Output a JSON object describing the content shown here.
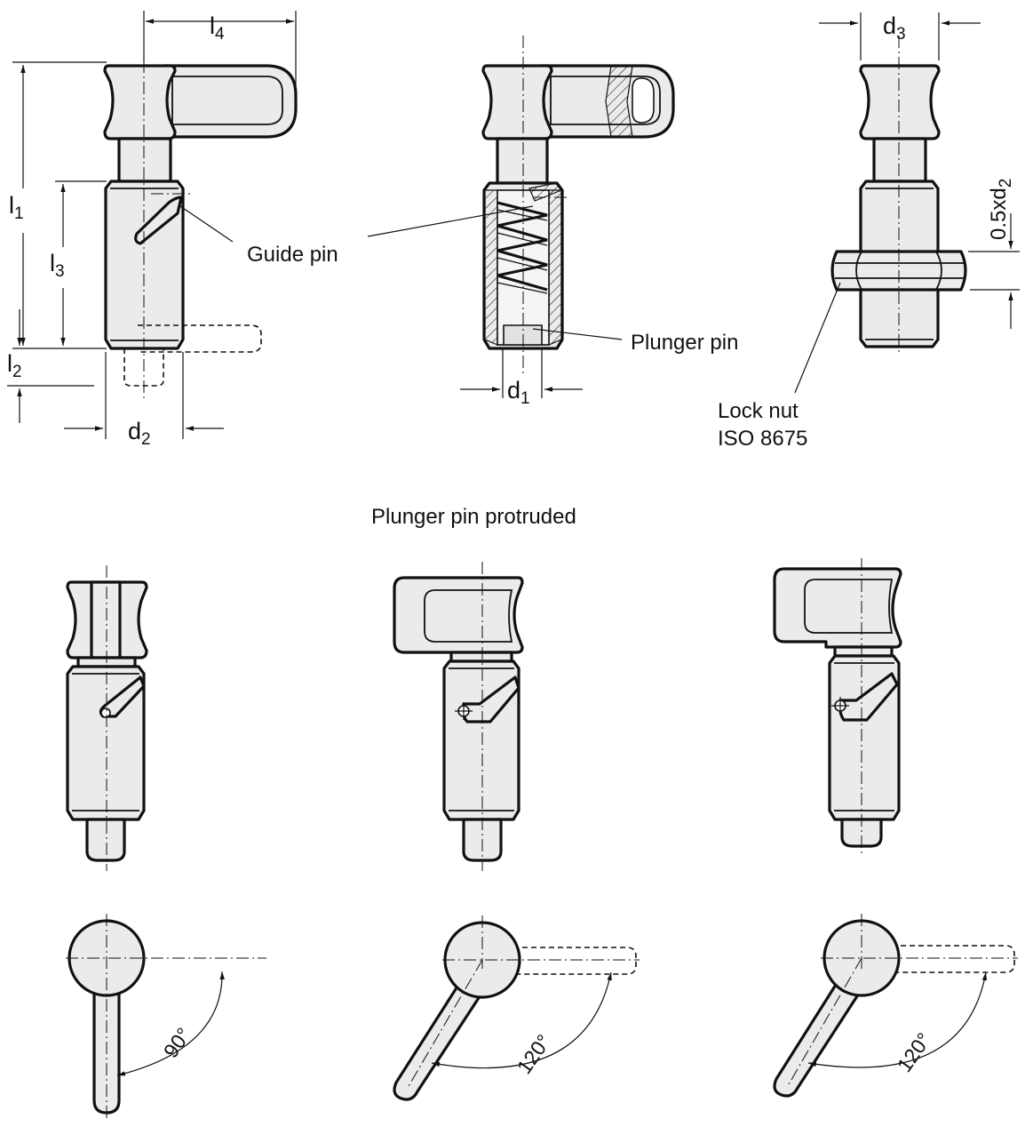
{
  "labels": {
    "guide_pin": "Guide pin",
    "plunger_pin": "Plunger pin",
    "lock_nut_line1": "Lock nut",
    "lock_nut_line2": "ISO 8675",
    "section_title": "Plunger pin protruded"
  },
  "dimensions": {
    "l1": {
      "main": "l",
      "sub": "1"
    },
    "l2": {
      "main": "l",
      "sub": "2"
    },
    "l3": {
      "main": "l",
      "sub": "3"
    },
    "l4": {
      "main": "l",
      "sub": "4"
    },
    "d1": {
      "main": "d",
      "sub": "1"
    },
    "d2": {
      "main": "d",
      "sub": "2"
    },
    "d3": {
      "main": "d",
      "sub": "3"
    },
    "half_d2": {
      "main": "0.5xd",
      "sub": "2"
    }
  },
  "angles": {
    "left": "90°",
    "middle": "120°",
    "right": "120°"
  }
}
